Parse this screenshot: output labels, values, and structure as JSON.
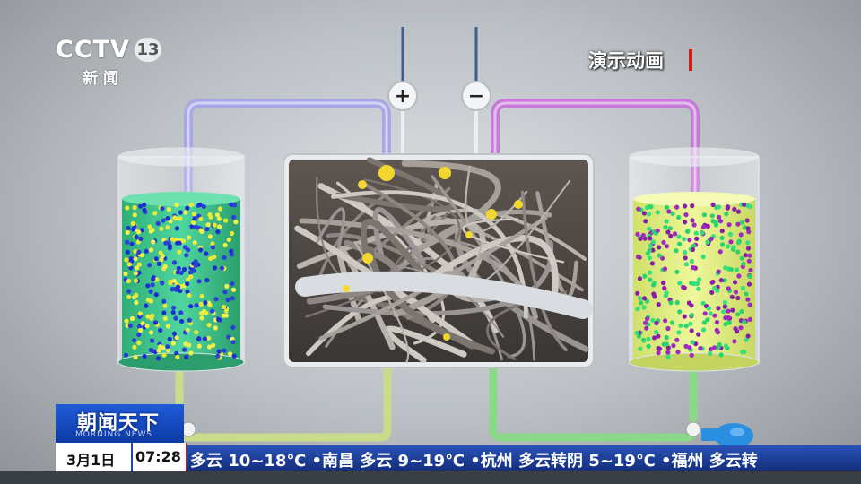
{
  "channel": {
    "logo": "CCTV",
    "number": "13",
    "sub": "新闻"
  },
  "overlay": {
    "demo_label": "演示动画"
  },
  "electrodes": {
    "positive": "+",
    "negative": "−"
  },
  "program": {
    "title": "朝闻天下",
    "subtitle": "MORNING NEWS"
  },
  "datetime": {
    "date": "3月1日",
    "time": "07:28"
  },
  "ticker": {
    "text": "多云 10~18℃ •南昌 多云 9~19℃ •杭州 多云转阴 5~19℃ •福州 多云转"
  },
  "colors": {
    "left_tank_fluid": "#3ec48e",
    "right_tank_fluid": "#e3ef86",
    "left_pipe": "#a9a7e6",
    "right_pipe": "#c77ad8",
    "bottom_left_pipe": "#c9dc8a",
    "bottom_right_pipe": "#8cd88a",
    "pump": "#2a8fe0",
    "ticker_bg": "#1e3f9c",
    "program_bg": "#1f5bd8"
  }
}
